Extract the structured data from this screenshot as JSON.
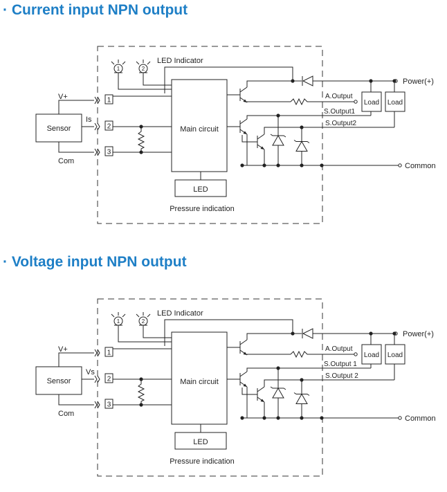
{
  "sections": [
    {
      "title": "· Current input NPN output",
      "labels": {
        "led_indicator": "LED Indicator",
        "v_plus": "V+",
        "signal": "Is",
        "com": "Com",
        "sensor": "Sensor",
        "pin1": "1",
        "pin2": "2",
        "pin3": "3",
        "main_circuit": "Main circuit",
        "led": "LED",
        "pressure_indication": "Pressure indication",
        "a_output": "A.Output",
        "s_output1": "S.Output1",
        "s_output2": "S.Output2",
        "load1": "Load",
        "load2": "Load",
        "power": "Power(+)",
        "common": "Common",
        "led1_num": "1",
        "led2_num": "2"
      }
    },
    {
      "title": "· Voltage input NPN output",
      "labels": {
        "led_indicator": "LED Indicator",
        "v_plus": "V+",
        "signal": "Vs",
        "com": "Com",
        "sensor": "Sensor",
        "pin1": "1",
        "pin2": "2",
        "pin3": "3",
        "main_circuit": "Main circuit",
        "led": "LED",
        "pressure_indication": "Pressure indication",
        "a_output": "A.Output",
        "s_output1": "S.Output 1",
        "s_output2": "S.Output 2",
        "load1": "Load",
        "load2": "Load",
        "power": "Power(+)",
        "common": "Common",
        "led1_num": "1",
        "led2_num": "2"
      }
    }
  ]
}
